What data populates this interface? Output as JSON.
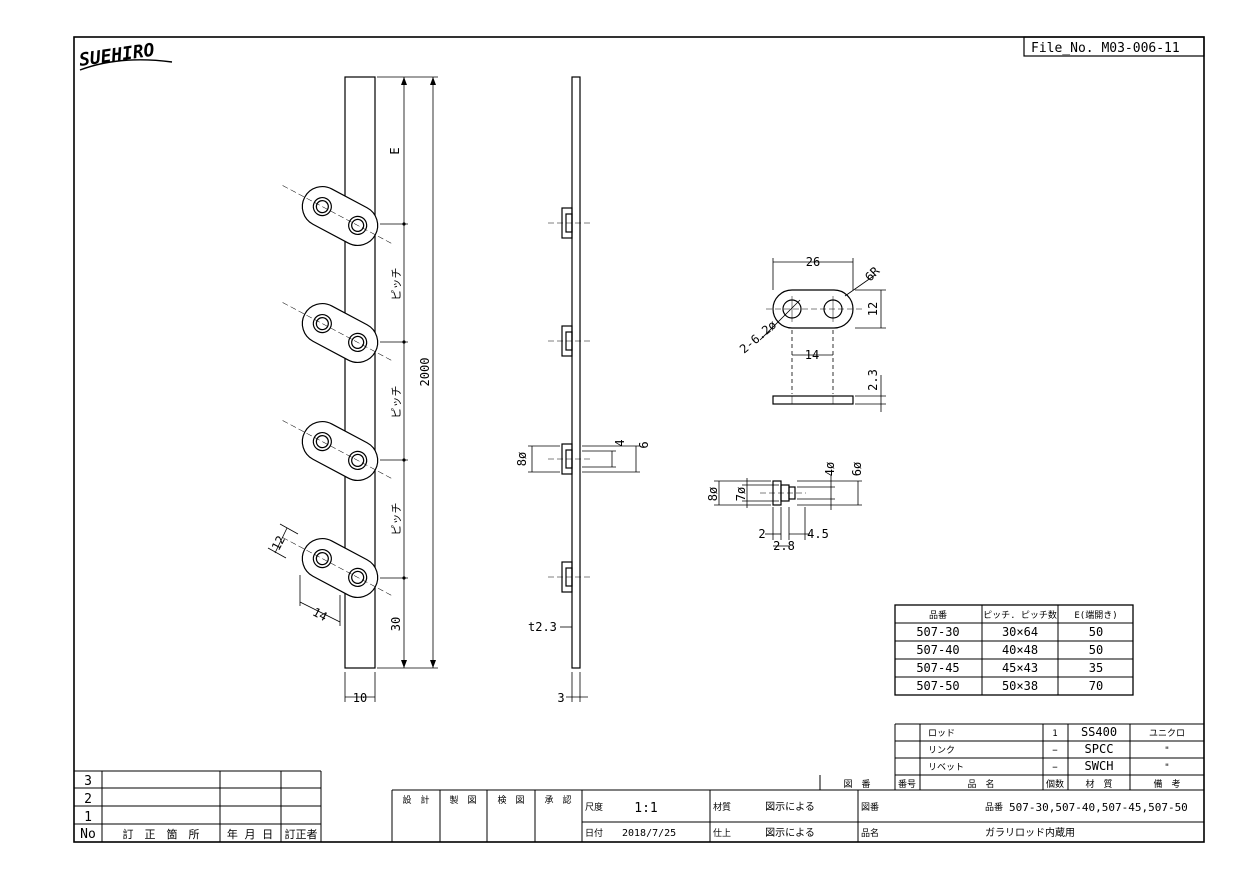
{
  "file_no": "File_No. M03-006-11",
  "logo_text": "SUEHIRO",
  "dims": {
    "e": "E",
    "pitch": "ピッチ",
    "total": "2000",
    "end": "30",
    "width": "10",
    "slot_h_left": "12",
    "slot_c_left": "14",
    "thickness_label": "t2.3",
    "side_w": "3",
    "pin_8": "8ø",
    "pin_4": "4",
    "pin_6": "6",
    "d26": "26",
    "d6r": "6R",
    "d12": "12",
    "holes": "2-6.2ø",
    "d14": "14",
    "d23": "2.3",
    "r8": "8ø",
    "r7": "7ø",
    "r4": "4ø",
    "r6": "6ø",
    "r2": "2",
    "r45": "4.5",
    "r28": "2.8"
  },
  "spec_table": {
    "headers": [
      "品番",
      "ピッチ. ピッチ数",
      "E(端開き)"
    ],
    "rows": [
      [
        "507-30",
        "30×64",
        "50"
      ],
      [
        "507-40",
        "40×48",
        "50"
      ],
      [
        "507-45",
        "45×43",
        "35"
      ],
      [
        "507-50",
        "50×38",
        "70"
      ]
    ]
  },
  "parts": {
    "rows": [
      [
        "ロッド",
        "1",
        "SS400",
        "ユニクロ"
      ],
      [
        "リンク",
        "−",
        "SPCC",
        "\""
      ],
      [
        "リベット",
        "−",
        "SWCH",
        "\""
      ]
    ],
    "header": [
      "図　番",
      "番号",
      "品　名",
      "個数",
      "材　質",
      "備　考"
    ]
  },
  "revision": {
    "rows": [
      "3",
      "2",
      "1"
    ],
    "header": [
      "No",
      "訂　正　箇　所",
      "年 月 日",
      "訂正者"
    ]
  },
  "title_block": {
    "sig_labels": [
      "設　計",
      "製　図",
      "検　図",
      "承　認"
    ],
    "scale_label": "尺度",
    "scale": "1:1",
    "material_label": "材質",
    "material": "図示による",
    "drawing_no_label": "図番",
    "part_no_label": "品番",
    "part_no": "507-30,507-40,507-45,507-50",
    "date_label": "日付",
    "date": "2018/7/25",
    "finish_label": "仕上",
    "finish": "図示による",
    "name_label": "品名",
    "name": "ガラリロッド内蔵用"
  }
}
